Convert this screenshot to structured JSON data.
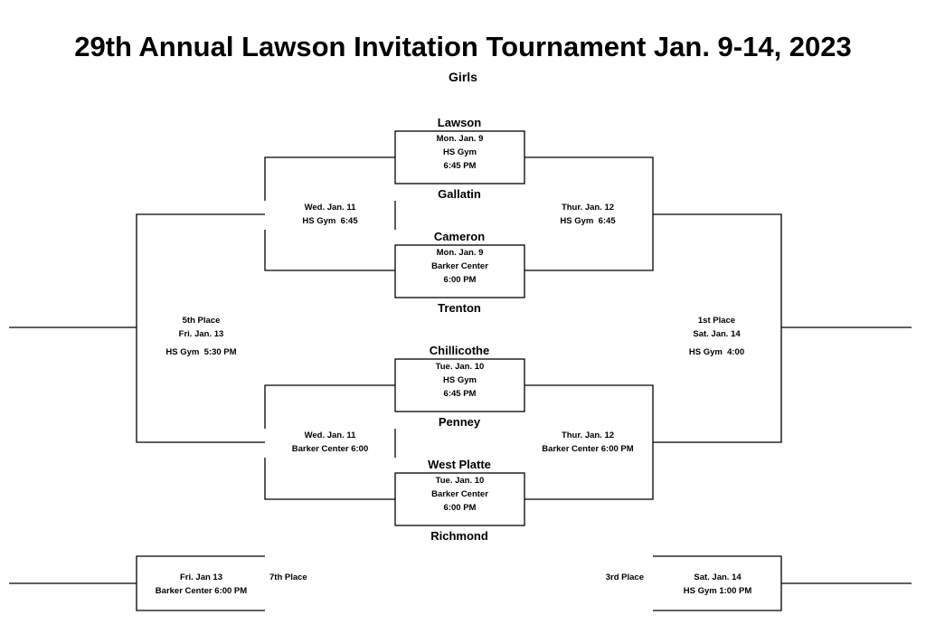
{
  "header": {
    "title": "29th Annual Lawson Invitation Tournament Jan. 9-14, 2023",
    "subtitle": "Girls"
  },
  "teams": {
    "lawson": "Lawson",
    "gallatin": "Gallatin",
    "cameron": "Cameron",
    "trenton": "Trenton",
    "chillicothe": "Chillicothe",
    "penney": "Penney",
    "west_platte": "West Platte",
    "richmond": "Richmond"
  },
  "first_round": {
    "game1": [
      "Mon. Jan. 9",
      "HS Gym",
      "6:45 PM"
    ],
    "game2": [
      "Mon. Jan. 9",
      "Barker Center",
      "6:00 PM"
    ],
    "game3": [
      "Tue. Jan. 10",
      "HS Gym",
      "6:45 PM"
    ],
    "game4": [
      "Tue. Jan. 10",
      "Barker Center",
      "6:00 PM"
    ]
  },
  "consolation": {
    "top": [
      "Wed. Jan. 11",
      "HS Gym  6:45"
    ],
    "bottom": [
      "Wed. Jan. 11",
      "Barker Center 6:00"
    ]
  },
  "semifinals": {
    "top": [
      "Thur. Jan. 12",
      "HS Gym  6:45"
    ],
    "bottom": [
      "Thur. Jan. 12",
      "Barker Center 6:00 PM"
    ]
  },
  "fifth_place": [
    "5th Place",
    "Fri. Jan. 13",
    "HS Gym  5:30 PM"
  ],
  "first_place": [
    "1st Place",
    "Sat. Jan. 14",
    "HS Gym  4:00"
  ],
  "seventh_place": {
    "label": "7th Place",
    "info": [
      "Fri. Jan 13",
      "Barker Center 6:00 PM"
    ]
  },
  "third_place": {
    "label": "3rd Place",
    "info": [
      "Sat. Jan. 14",
      "HS Gym 1:00 PM"
    ]
  }
}
